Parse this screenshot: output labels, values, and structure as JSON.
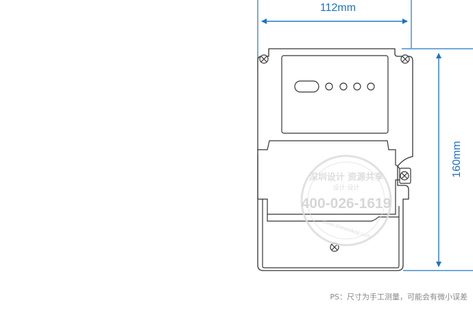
{
  "dimensions": {
    "width_label": "112mm",
    "height_label": "160mm"
  },
  "watermark": {
    "brand_top": "深圳设计 资源共享",
    "service": "设计·设计",
    "phone": "400-026-1619",
    "url": "www.sheweikeji.com"
  },
  "footnote": "PS：尺寸为手工测量，可能会有微小误差",
  "colors": {
    "dimension": "#1a73c7",
    "outline": "#333333",
    "watermark": "#d8d8d8"
  }
}
